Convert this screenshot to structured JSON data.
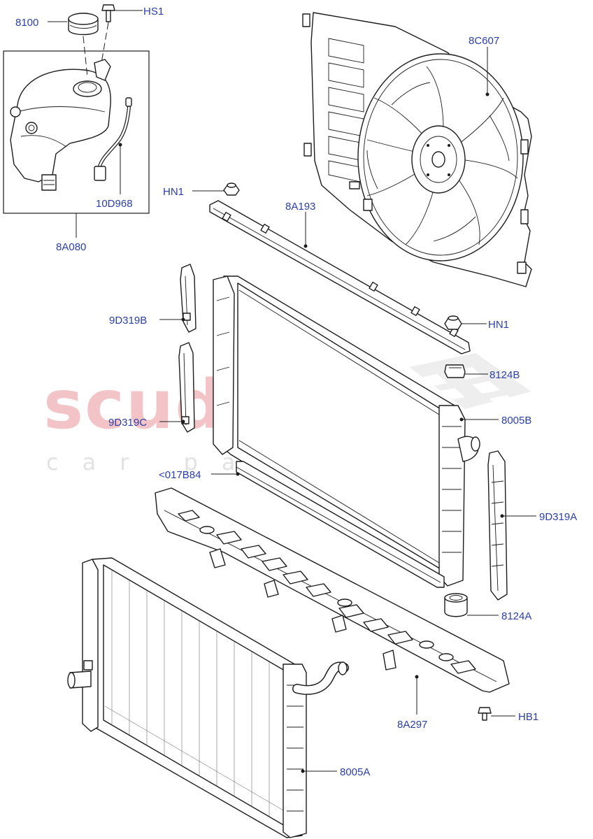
{
  "watermark": {
    "brand": "scuderia",
    "tagline": "car parts"
  },
  "colors": {
    "label": "#2b3fa8",
    "line": "#1c1c1c",
    "watermark_red": "#f2c4c8",
    "watermark_grey": "#e2e2e2"
  },
  "labels": {
    "cap": "8100",
    "screw_hs1": "HS1",
    "fan": "8C607",
    "hose_sensor": "10D968",
    "tank": "8A080",
    "nut_hn1_top": "HN1",
    "upper_bracket": "8A193",
    "seal_b": "9D319B",
    "nut_hn1_right": "HN1",
    "mount_b": "8124B",
    "radiator_b": "8005B",
    "seal_c": "9D319C",
    "foam_strip": "<017B84",
    "seal_a": "9D319A",
    "mount_a": "8124A",
    "lower_carrier": "8A297",
    "bolt_hb1": "HB1",
    "radiator_a": "8005A"
  }
}
